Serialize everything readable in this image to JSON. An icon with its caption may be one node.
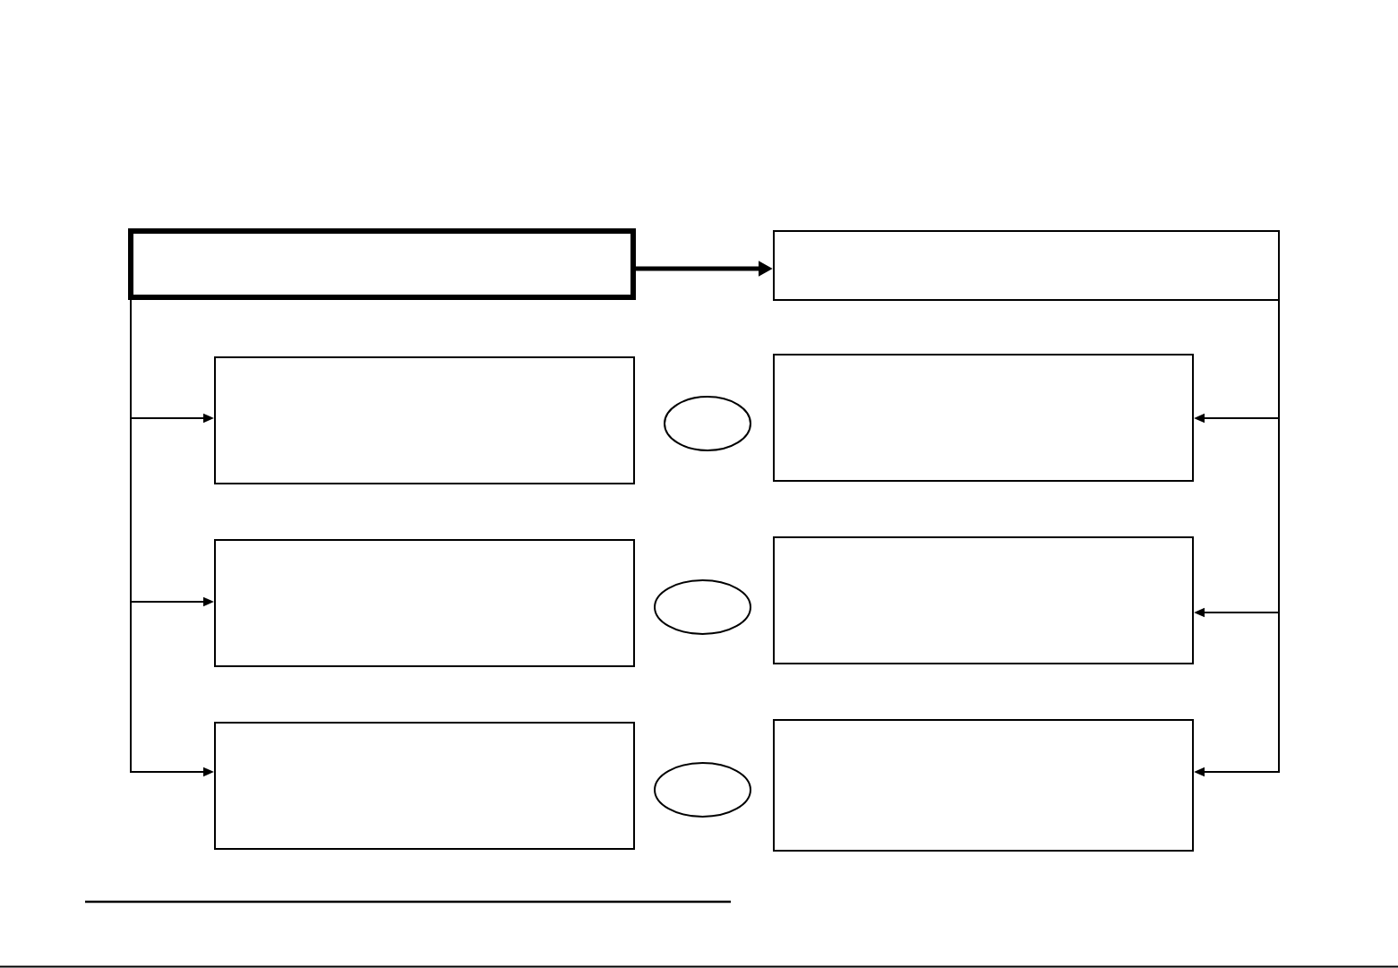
{
  "diagram": {
    "nodes": [
      {
        "text": [],
        "shape": "box"
      },
      {
        "text": [],
        "shape": "box"
      },
      {
        "text": [],
        "shape": "box"
      },
      {
        "text": [],
        "shape": "ellipse"
      },
      {
        "text": [],
        "shape": "box"
      },
      {
        "text": [],
        "shape": "box"
      },
      {
        "text": [],
        "shape": "ellipse"
      },
      {
        "text": [],
        "shape": "box"
      },
      {
        "text": [],
        "shape": "box"
      },
      {
        "text": [],
        "shape": "ellipse"
      },
      {
        "text": [],
        "shape": "box"
      }
    ],
    "edges": [
      {
        "from": 0,
        "to": 1,
        "arrow": "to",
        "style": "thick"
      },
      {
        "from": 0,
        "to": 2,
        "arrow": "to"
      },
      {
        "from": 0,
        "to": 5,
        "arrow": "to"
      },
      {
        "from": 0,
        "to": 8,
        "arrow": "to"
      },
      {
        "from": 1,
        "to": 4,
        "arrow": "to"
      },
      {
        "from": 1,
        "to": 7,
        "arrow": "to"
      },
      {
        "from": 1,
        "to": 10,
        "arrow": "to"
      }
    ]
  }
}
